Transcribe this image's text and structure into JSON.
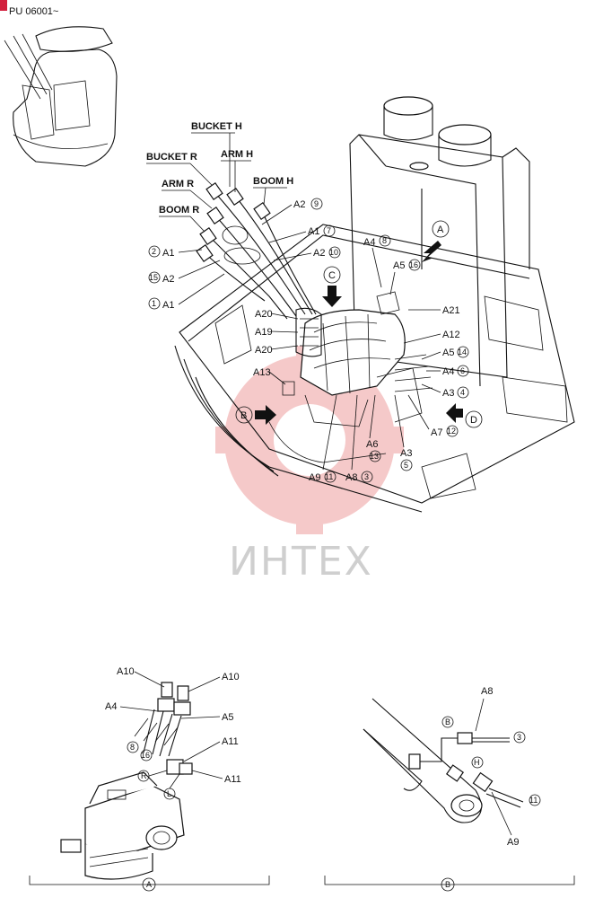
{
  "serial": "PU 06001~",
  "watermark": {
    "text": "ИНТЕХ",
    "gear_color": "#f3b4b4",
    "text_color": "#cfcfcf"
  },
  "hoses": {
    "bucket_h": "BUCKET H",
    "bucket_r": "BUCKET R",
    "arm_h": "ARM H",
    "arm_r": "ARM R",
    "boom_h": "BOOM H",
    "boom_r": "BOOM R"
  },
  "callouts": {
    "a2_9": "A2",
    "a1_7": "A1",
    "a2_10": "A2",
    "a1_2": "A1",
    "a2_15": "A2",
    "a1_1": "A1",
    "a4_8": "A4",
    "a5_16": "A5",
    "a21": "A21",
    "a12": "A12",
    "a5_14": "A5",
    "a4_6": "A4",
    "a3_4": "A3",
    "a7_12": "A7",
    "a20_top": "A20",
    "a19": "A19",
    "a20_bot": "A20",
    "a13": "A13",
    "a6_13": "A6",
    "a3_5": "A3",
    "a9_11": "A9",
    "a8_3": "A8"
  },
  "numbers": {
    "n1": "1",
    "n2": "2",
    "n3": "3",
    "n4": "4",
    "n5": "5",
    "n6": "6",
    "n7": "7",
    "n8": "8",
    "n9": "9",
    "n10": "10",
    "n11": "11",
    "n12": "12",
    "n13": "13",
    "n14": "14",
    "n15": "15",
    "n16": "16"
  },
  "views": {
    "a": "A",
    "b": "B",
    "c": "C",
    "d": "D"
  },
  "detail_a": {
    "a10_left": "A10",
    "a10_right": "A10",
    "a4": "A4",
    "a5": "A5",
    "a11_top": "A11",
    "a11_bot": "A11",
    "r": "R",
    "l": "L",
    "n8": "8",
    "n16": "16",
    "view": "A"
  },
  "detail_b": {
    "a8": "A8",
    "a9": "A9",
    "b": "B",
    "h": "H",
    "n3": "3",
    "n11": "11",
    "view": "B"
  }
}
